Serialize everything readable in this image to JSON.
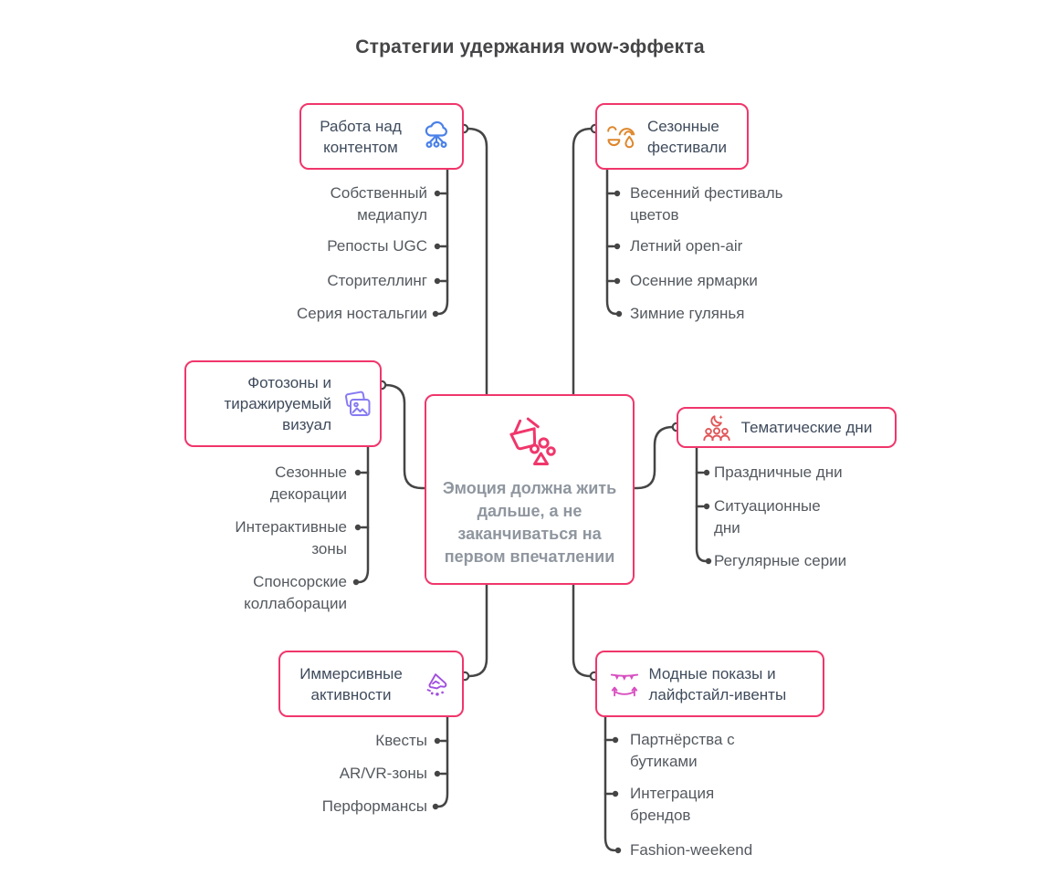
{
  "title": "Стратегии удержания wow-эффекта",
  "central": {
    "text": "Эмоция должна жить дальше, а не заканчиваться на первом впечатлении",
    "icon": "basket-paw-icon",
    "icon_color": "#f0366b"
  },
  "branches": [
    {
      "label": "Работа над контентом",
      "icon": "cloud-network-icon",
      "icon_color": "#4a80e8",
      "children": [
        "Собственный медиапул",
        "Репосты UGC",
        "Сторителлинг",
        "Серия ностальгии"
      ]
    },
    {
      "label": "Сезонные фестивали",
      "icon": "seasonal-festival-icon",
      "icon_color": "#de862b",
      "children": [
        "Весенний фестиваль цветов",
        "Летний open-air",
        "Осенние ярмарки",
        "Зимние гулянья"
      ]
    },
    {
      "label": "Фотозоны и тиражируемый визуал",
      "icon": "photos-icon",
      "icon_color": "#877bf2",
      "children": [
        "Сезонные декорации",
        "Интерактивные зоны",
        "Спонсорские коллаборации"
      ]
    },
    {
      "label": "Тематические дни",
      "icon": "crowd-moon-icon",
      "icon_color": "#e05757",
      "children": [
        "Праздничные дни",
        "Ситуационные дни",
        "Регулярные серии"
      ]
    },
    {
      "label": "Иммерсивные активности",
      "icon": "mountain-crystal-icon",
      "icon_color": "#a14fe0",
      "children": [
        "Квесты",
        "AR/VR-зоны",
        "Перформансы"
      ]
    },
    {
      "label": "Модные показы и лайфстайл-ивенты",
      "icon": "garland-icon",
      "icon_color": "#d84fc0",
      "children": [
        "Партнёрства с бутиками",
        "Интеграция брендов",
        "Fashion-weekend"
      ]
    }
  ],
  "colors": {
    "node_border": "#f0366b",
    "connector": "#454545",
    "branch_label": "#3f4b5c",
    "child_text": "#54595f",
    "central_text": "#8f969f",
    "title_text": "#454547"
  }
}
